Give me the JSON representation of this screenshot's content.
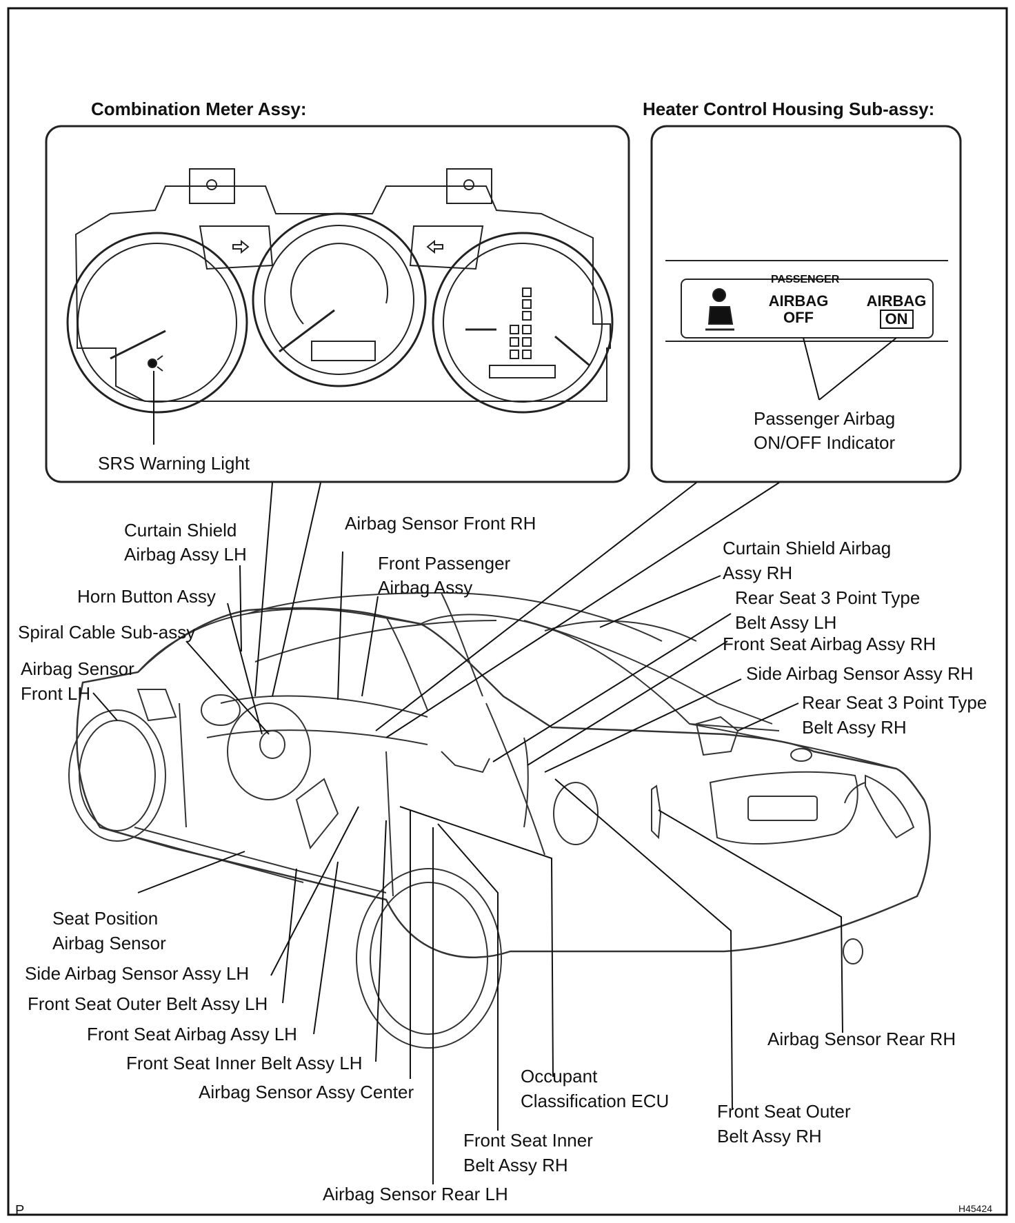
{
  "headers": {
    "combination_meter": "Combination Meter Assy:",
    "heater_control": "Heater Control Housing Sub-assy:"
  },
  "panel": {
    "passenger": "PASSENGER",
    "airbag_off_line1": "AIRBAG",
    "airbag_off_line2": "OFF",
    "airbag_on_line1": "AIRBAG",
    "airbag_on_line2": "ON"
  },
  "labels": {
    "srs_warning_light": "SRS Warning Light",
    "passenger_indicator_1": "Passenger Airbag",
    "passenger_indicator_2": "ON/OFF Indicator",
    "curtain_lh_1": "Curtain Shield",
    "curtain_lh_2": "Airbag Assy LH",
    "sensor_front_rh": "Airbag Sensor Front RH",
    "front_passenger_1": "Front Passenger",
    "front_passenger_2": "Airbag Assy",
    "curtain_rh_1": "Curtain Shield Airbag",
    "curtain_rh_2": "Assy RH",
    "rear_belt_lh_1": "Rear Seat 3 Point Type",
    "rear_belt_lh_2": "Belt Assy LH",
    "front_seat_airbag_rh": "Front Seat Airbag Assy RH",
    "horn_button": "Horn Button Assy",
    "spiral_cable": "Spiral Cable Sub-assy",
    "side_sensor_rh": "Side Airbag Sensor Assy RH",
    "sensor_front_lh_1": "Airbag Sensor",
    "sensor_front_lh_2": "Front LH",
    "rear_belt_rh_1": "Rear Seat 3 Point Type",
    "rear_belt_rh_2": "Belt Assy RH",
    "seat_position_1": "Seat Position",
    "seat_position_2": "Airbag Sensor",
    "side_sensor_lh": "Side Airbag Sensor Assy LH",
    "front_outer_belt_lh": "Front Seat Outer Belt Assy LH",
    "front_seat_airbag_lh": "Front Seat Airbag Assy LH",
    "front_inner_belt_lh": "Front Seat Inner Belt Assy LH",
    "sensor_center": "Airbag Sensor Assy Center",
    "occupant_ecu_1": "Occupant",
    "occupant_ecu_2": "Classification ECU",
    "front_outer_belt_rh_1": "Front Seat Outer",
    "front_outer_belt_rh_2": "Belt Assy RH",
    "sensor_rear_rh": "Airbag Sensor Rear RH",
    "front_inner_belt_rh_1": "Front Seat Inner",
    "front_inner_belt_rh_2": "Belt Assy RH",
    "sensor_rear_lh": "Airbag Sensor Rear LH"
  },
  "footer": {
    "left_mark": "P",
    "figure_id": "H45424"
  }
}
